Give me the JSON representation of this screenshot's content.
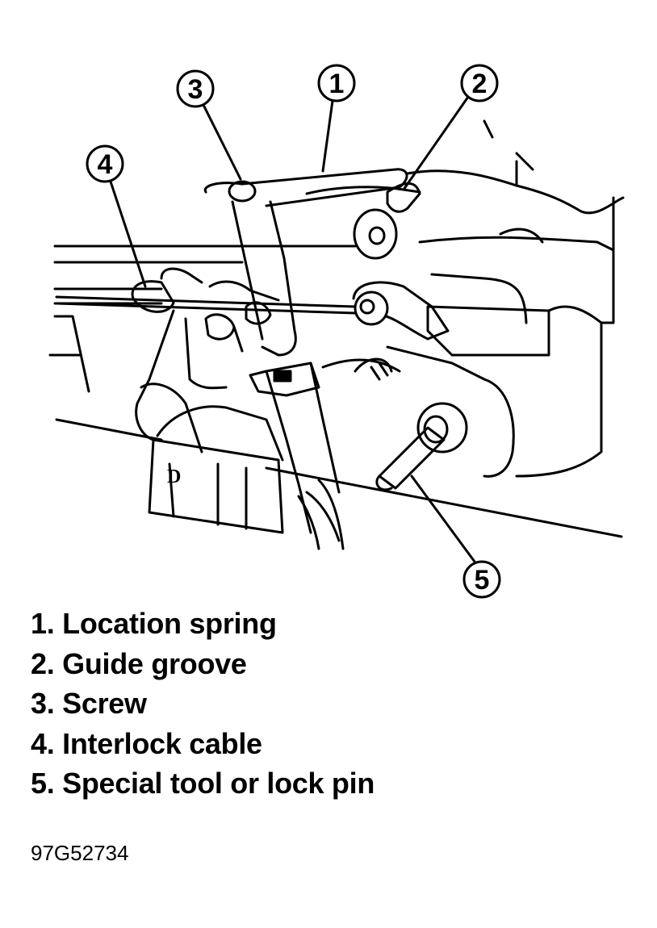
{
  "callouts": [
    {
      "num": "1",
      "label": "Location spring"
    },
    {
      "num": "2",
      "label": "Guide groove"
    },
    {
      "num": "3",
      "label": "Screw"
    },
    {
      "num": "4",
      "label": "Interlock cable"
    },
    {
      "num": "5",
      "label": "Special tool or lock pin"
    }
  ],
  "figure_id": "97G52734",
  "colors": {
    "ink": "#000000",
    "paper": "#ffffff"
  }
}
